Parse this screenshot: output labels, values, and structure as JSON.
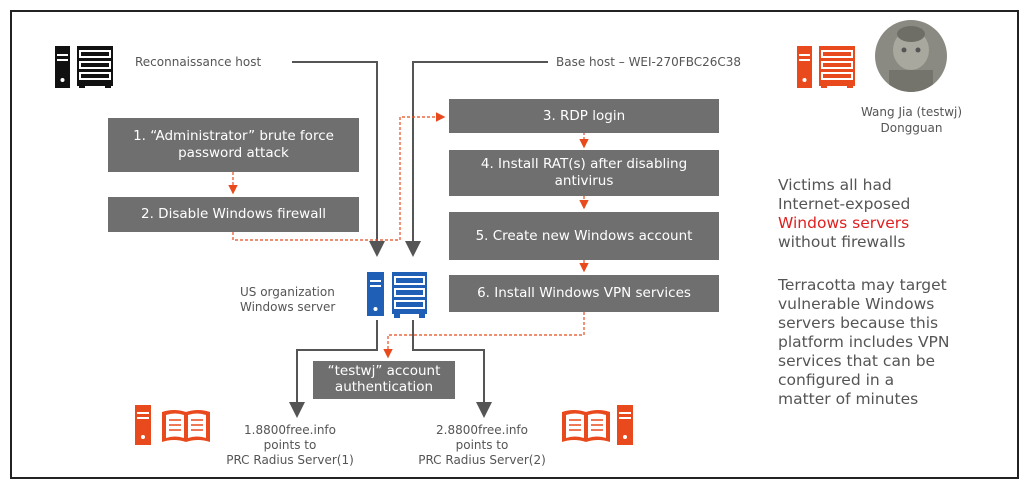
{
  "labels": {
    "recon_host": "Reconnaissance host",
    "base_host": "Base host – WEI-270FBC26C38",
    "person_name": "Wang Jia (testwj)",
    "person_city": "Dongguan",
    "us_org_line1": "US organization",
    "us_org_line2": "Windows server",
    "radius1_line1": "1.8800free.info",
    "radius1_line2": "points to",
    "radius1_line3": "PRC Radius Server(1)",
    "radius2_line1": "2.8800free.info",
    "radius2_line2": "points to",
    "radius2_line3": "PRC Radius Server(2)"
  },
  "steps": {
    "step1_line1": "1. “Administrator” brute force",
    "step1_line2": "password attack",
    "step2": "2. Disable Windows firewall",
    "step3": "3. RDP login",
    "step4_line1": "4. Install RAT(s) after disabling",
    "step4_line2": "antivirus",
    "step5": "5. Create new Windows account",
    "step6": "6. Install Windows VPN services",
    "auth_line1": "“testwj” account",
    "auth_line2": "authentication"
  },
  "side_text": {
    "p1_line1": "Victims all had",
    "p1_line2": "Internet-exposed",
    "p1_highlight": "Windows servers",
    "p1_line4": "without firewalls",
    "p2_lines": [
      "Terracotta may target",
      "vulnerable Windows",
      "servers because this",
      "platform includes VPN",
      "services that can be",
      "configured in a",
      "matter of minutes"
    ]
  },
  "colors": {
    "accent_red": "#e84a1e",
    "accent_blue": "#1f5fb5",
    "box_gray": "#6f6f6f",
    "line_gray": "#555555",
    "dashed_red": "#e84a1e",
    "highlight_red": "#e02020"
  },
  "icons": [
    "server-icon-black",
    "server-icon-red",
    "server-icon-blue",
    "book-icon-red",
    "avatar-photo"
  ]
}
